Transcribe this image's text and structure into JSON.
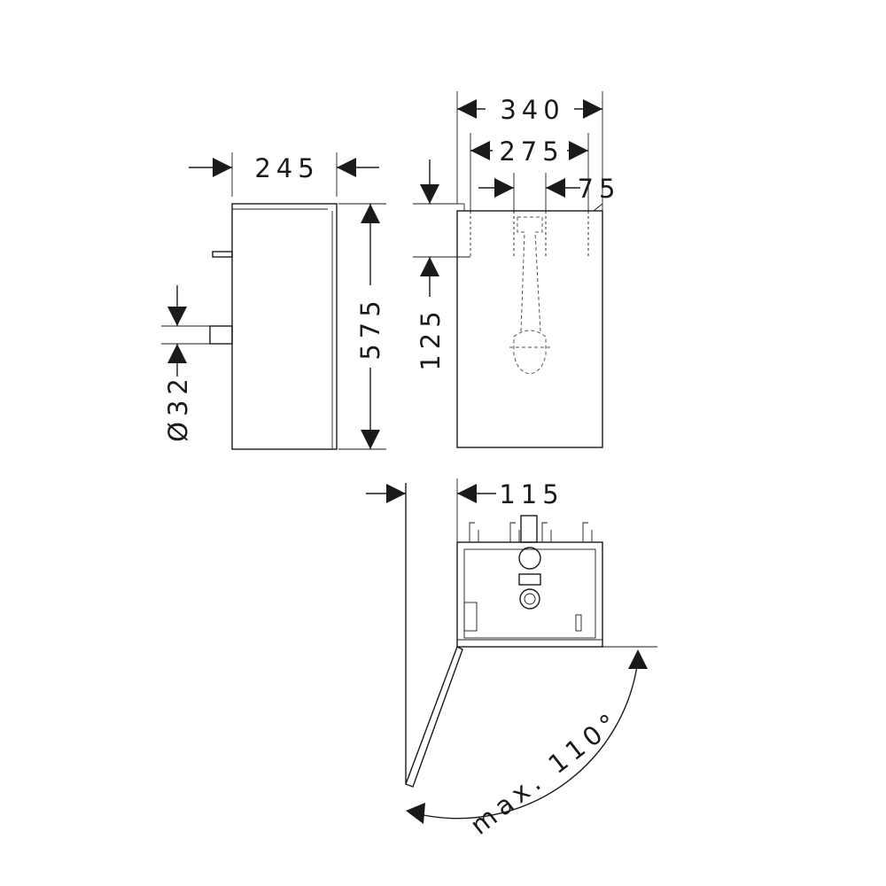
{
  "drawing": {
    "side_view": {
      "width_label": "245",
      "height_label": "575",
      "pipe_label": "Ø32"
    },
    "front_view": {
      "overall_width_label": "340",
      "inner_width_label": "275",
      "pipe_spacing_label": "75",
      "hole_depth_label": "125"
    },
    "top_view": {
      "door_offset_label": "115",
      "door_angle_label": "max. 110°"
    }
  }
}
